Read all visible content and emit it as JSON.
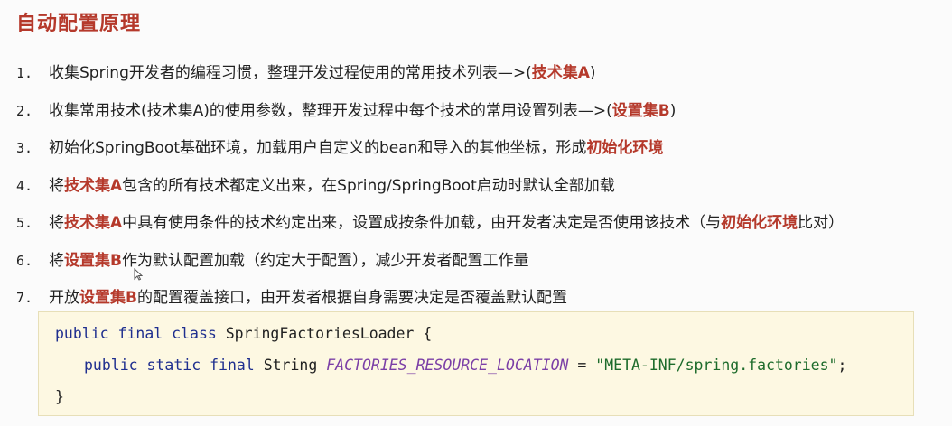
{
  "title": "自动配置原理",
  "items": [
    {
      "num": "1.",
      "parts": [
        {
          "text": "收集Spring开发者的编程习惯，整理开发过程使用的常用技术列表—>(",
          "hl": false
        },
        {
          "text": "技术集A",
          "hl": true
        },
        {
          "text": ")",
          "hl": false
        }
      ]
    },
    {
      "num": "2.",
      "parts": [
        {
          "text": "收集常用技术(技术集A)的使用参数，整理开发过程中每个技术的常用设置列表—>(",
          "hl": false
        },
        {
          "text": "设置集B",
          "hl": true
        },
        {
          "text": ")",
          "hl": false
        }
      ]
    },
    {
      "num": "3.",
      "parts": [
        {
          "text": "初始化SpringBoot基础环境，加载用户自定义的bean和导入的其他坐标，形成",
          "hl": false
        },
        {
          "text": "初始化环境",
          "hl": true
        }
      ]
    },
    {
      "num": "4.",
      "parts": [
        {
          "text": "将",
          "hl": false
        },
        {
          "text": "技术集A",
          "hl": true
        },
        {
          "text": "包含的所有技术都定义出来，在Spring/SpringBoot启动时默认全部加载",
          "hl": false
        }
      ]
    },
    {
      "num": "5.",
      "parts": [
        {
          "text": "将",
          "hl": false
        },
        {
          "text": "技术集A",
          "hl": true
        },
        {
          "text": "中具有使用条件的技术约定出来，设置成按条件加载，由开发者决定是否使用该技术（与",
          "hl": false
        },
        {
          "text": "初始化环境",
          "hl": true
        },
        {
          "text": "比对）",
          "hl": false
        }
      ]
    },
    {
      "num": "6.",
      "parts": [
        {
          "text": "将",
          "hl": false
        },
        {
          "text": "设置集B",
          "hl": true
        },
        {
          "text": "作为默认配置加载（约定大于配置），减少开发者配置工作量",
          "hl": false
        }
      ]
    },
    {
      "num": "7.",
      "parts": [
        {
          "text": "开放",
          "hl": false
        },
        {
          "text": "设置集B",
          "hl": true
        },
        {
          "text": "的配置覆盖接口，由开发者根据自身需要决定是否覆盖默认配置",
          "hl": false
        }
      ]
    }
  ],
  "code": {
    "line1": {
      "kw": "public final class ",
      "name": "SpringFactoriesLoader",
      "rest": " {"
    },
    "line2": {
      "kw": "public static final ",
      "type": "String ",
      "const": "FACTORIES_RESOURCE_LOCATION",
      "eq": " = ",
      "str": "\"META-INF/spring.factories\"",
      "end": ";"
    },
    "line3": "}"
  },
  "colors": {
    "accent": "#b5392b",
    "code_bg": "#fdf8e2"
  }
}
